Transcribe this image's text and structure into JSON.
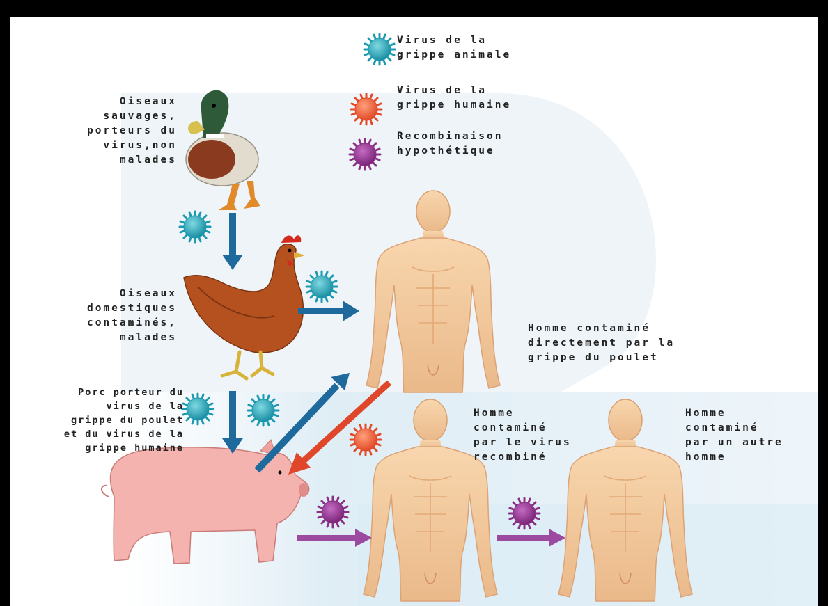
{
  "legend": {
    "animal_flu": "Virus de la\ngrippe animale",
    "human_flu": "Virus de la\ngrippe humaine",
    "recombination": "Recombinaison\nhypothétique",
    "colors": {
      "animal": "#1fa3b5",
      "human": "#e9603c",
      "recomb": "#8e2f8c"
    }
  },
  "labels": {
    "wild_birds": "Oiseaux\nsauvages,\nporteurs du\nvirus,non\nmalades",
    "domestic_birds": "Oiseaux\ndomestiques\ncontaminés,\nmalades",
    "pig_carrier": "Porc porteur du\nvirus de la\ngrippe du poulet\net du virus de la\ngrippe humaine",
    "human_direct": "Homme contaminé\ndirectement par la\ngrippe du poulet",
    "human_recombined": "Homme\ncontaminé\npar le virus\nrecombiné",
    "human_other": "Homme\ncontaminé\npar un autre\nhomme"
  },
  "arrow_colors": {
    "blue": "#1e6a9c",
    "red": "#e0462a",
    "purple": "#9b4aa0"
  },
  "figures": [
    "duck-icon",
    "chicken-icon",
    "pig-icon",
    "human-figure-icon"
  ]
}
